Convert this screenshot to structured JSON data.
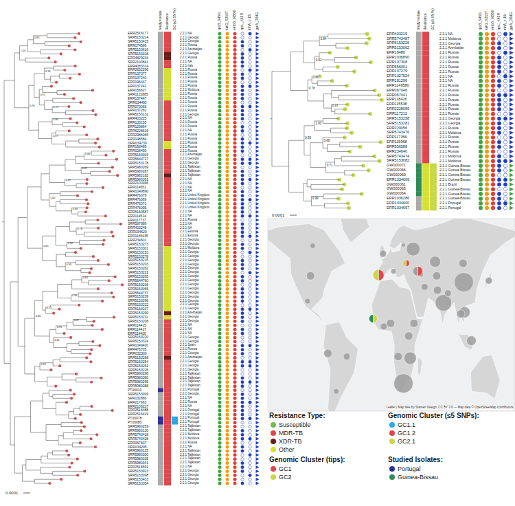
{
  "diagram": {
    "labels": [
      "Study isolate",
      "Resistance",
      "GC (≤5 SNPs)",
      "rpoB_S450L",
      "katG_S315T",
      "embB_M306I",
      "rpsL_K43R",
      "inhA_c-15t",
      "gyrA_D94G",
      "ERR2516177",
      "2.2.1 NA",
      "SRR5153214",
      "2.2.1 Georgia",
      "SRR5153415",
      "2.2.1 Georgia",
      "ERR174586",
      "2.2.1 Russia",
      "SRR5153616",
      "2.2.1 Azerbaijan",
      "SRR5153318",
      "2.2.1 Georgia",
      "ERR4829234",
      "2.2.1 Russia",
      "SRR2100841",
      "2.2.1 NA",
      "ERR4083314",
      "2.2.1 Italy",
      "ERR2652296",
      "2.2.1 Russia",
      "ERR137377",
      "2.2.1 Russia",
      "ERR137240",
      "2.2.1 Russia",
      "ERR196447",
      "2.2.1 Russia",
      "ERR137241",
      "2.2.1 Russia",
      "ERR156627",
      "2.2.1 Moldova",
      "SRR1122885",
      "2.2.1 Russia",
      "ERR137447",
      "2.2.1 Russia",
      "DRR034490",
      "2.2.1 Russia",
      "ERR070066",
      "2.2.1 Russia",
      "ERR137262",
      "2.2.1 Russia",
      "SRR5153132",
      "2.2.1 Georgia",
      "ERR403225",
      "2.2.1 NA",
      "ERR133155",
      "2.2.1 Russia",
      "ERR129864",
      "2.2.1 Russia",
      "SRR6228616",
      "2.2.1 NA",
      "ERR2986065",
      "2.2.1 Russia",
      "ERR148584",
      "2.2.1 Russia",
      "DRR034739",
      "2.2.1 Russia",
      "ERR158489",
      "2.2.1 Russia",
      "ERR028490",
      "2.2.1 Russia",
      "SRR5153303",
      "2.2.1 Azerbaijan",
      "SRR5644727",
      "2.2.1 Georgia",
      "SRR5153178",
      "2.2.1 Georgia",
      "SRR5980269",
      "2.2.1 Tajikistan",
      "SRR5980287",
      "2.2.1 Tajikistan",
      "SRR5982182",
      "2.2.1 Tajikistan",
      "SRR5980391",
      "2.2.1 NA",
      "SRR2100996",
      "2.2.1 NA",
      "ERR114651",
      "2.2.1 NA",
      "SRR1049890",
      "2.2.1 NA",
      "ERR476079",
      "2.2.1 United Kingdom",
      "ERR476069",
      "2.2.1 United Kingdom",
      "ERR476071",
      "2.2.1 United Kingdom",
      "ERR476095",
      "2.2.1 United Kingdom",
      "SRR5160587",
      "2.2.1 NA",
      "ERR114514",
      "2.2.1 NA",
      "ERR117737",
      "2.2.1 Russia",
      "SRR587889",
      "2.2.1 NA",
      "ERR403248",
      "2.2.1 NA",
      "DRR034629",
      "2.2.1 Estonia",
      "ERR1165435",
      "2.2.1 Estonia",
      "ERR234601",
      "2.2.1 Georgia",
      "SRR5153273",
      "2.2.1 Georgia",
      "SRR5153301",
      "2.2.1 Moldova",
      "SRR5153153",
      "2.2.1 Georgia",
      "SRR5153278",
      "2.2.1 Georgia",
      "SRR5153215",
      "2.2.1 Georgia",
      "SRR5153203",
      "2.2.1 Georgia",
      "SRR5153282",
      "2.2.1 Georgia",
      "SRR5153221",
      "2.2.1 Georgia",
      "SRR5153265",
      "2.2.1 Georgia",
      "SRR5644760",
      "2.2.1 Georgia",
      "SRR5153236",
      "2.2.1 Georgia",
      "SRR5153065",
      "2.2.1 Georgia",
      "SRR5644737",
      "2.2.1 Georgia",
      "SRR5153239",
      "2.2.1 Georgia",
      "SRR5153296",
      "2.2.1 Georgia",
      "SRR5153222",
      "2.2.1 Georgia",
      "SRR5153237",
      "2.2.1 Georgia",
      "SRR5153290",
      "2.2.1 Azerbaijan",
      "SRR5153211",
      "2.2.1 Georgia",
      "SRR5153208",
      "2.2.1 Georgia",
      "ERR114415",
      "2.2.1 NA",
      "ERR114417",
      "2.2.1 NA",
      "ERR114426",
      "2.2.1 NA",
      "SRR5153220",
      "2.2.1 Georgia",
      "SRR5153324",
      "2.2.1 Georgia",
      "SRR1049430",
      "2.2.1 Spain",
      "ERR476705",
      "2.2.1 Russia",
      "DRR032300",
      "2.2.1 Georgia",
      "SRR5153268",
      "2.2.1 Azerbaijan",
      "SRR5153254",
      "2.2.1 Georgia",
      "SRR5153251",
      "2.2.1 Georgia",
      "SRR5153226",
      "2.2.1 Georgia",
      "SRR5980298",
      "2.2.1 Tajikistan",
      "SRR5980380",
      "2.2.1 Tajikistan",
      "SRR5980295",
      "2.2.1 Tajikistan",
      "SRR5980288",
      "2.2.1 Tajikistan",
      "PT00010",
      "2.2.1 Portugal",
      "SRR5153009",
      "2.2.1 Georgia",
      "SRR132880",
      "2.2.1 NA",
      "ERR217663",
      "2.2.1 Russia",
      "ERR2106227",
      "2.2.1 NA",
      "ERR2516488",
      "2.2.1 Portugal",
      "ERR2516419",
      "2.2.1 Portugal",
      "PT00078",
      "2.2.1 Portugal",
      "PT00080",
      "2.2.1 Portugal",
      "SRR5980259",
      "2.2.1 Tajikistan",
      "SRR5980130",
      "2.2.1 Tajikistan",
      "SRR5743418",
      "2.2.1 Moldova",
      "SRR5743428",
      "2.2.1 Moldova",
      "ERR067607",
      "2.2.1 Russia",
      "DRR034295",
      "2.2.1 NA",
      "SRR5980125",
      "2.2.1 Tajikistan",
      "SRR5980300",
      "2.2.1 Tajikistan",
      "SRR5980335",
      "2.2.1 Tajikistan",
      "SRR5980341",
      "2.2.1 Tajikistan",
      "ERR2516591",
      "2.2.1 NA",
      "SRR5153923",
      "2.2.1 Georgia",
      "SRR5153098",
      "2.2.1 Georgia",
      "SRR5153433",
      "2.2.1 Georgia",
      "SRR5153354",
      "2.2.1 Georgia",
      "Study Isolate",
      "Resistance",
      "GC (≤5 SNPs)",
      "rpoB_S450L",
      "katG_S315T",
      "embB_M306I",
      "rpsL_K43R",
      "inhA_c-15t",
      "gyrA_D94G",
      "ERR403219",
      "2.2.1 NA",
      "SRR5743487",
      "2.2.1 Moldova",
      "SRR5153226",
      "2.2.1 Georgia",
      "SRR5153062",
      "2.2.1 Azerbaijan",
      "ERR18486",
      "2.2.1 Russia",
      "ERR1036890",
      "2.2.1 Russia",
      "ERR137308",
      "2.2.1 Russia",
      "ERR556001",
      "2.2.1 Russia",
      "ERR137279",
      "2.2.1 Russia",
      "ERR1327524",
      "2.2.1 NA",
      "ERR181296",
      "2.2.1 NA",
      "ERR1149580",
      "2.2.1 Russia",
      "ERR067046",
      "2.2.1 Russia",
      "ERR067041",
      "2.2.1 Russia",
      "ERR118426",
      "2.2.1 Russia",
      "ERR115538",
      "2.2.1 Russia",
      "ERR2228059",
      "2.2.1 Russia",
      "DRR117213",
      "2.2.1 Russia",
      "SRR5153258",
      "2.2.1 Georgia",
      "SRR5153281",
      "2.2.1 Georgia",
      "ERR229056",
      "2.2.1 Russia",
      "SRR5743476",
      "2.2.1 Moldova",
      "ERR117366",
      "2.2.1 Russia",
      "ERR115968",
      "2.2.1 Russia",
      "ERR556588",
      "2.2.1 Russia",
      "ERR234646",
      "2.2.1 Russia",
      "SRR5743474",
      "2.2.1 Moldova",
      "SRR5153082",
      "2.2.1 Moldova",
      "GW000071",
      "2.2.1 Guinea-Bissau",
      "GW000066",
      "2.2.1 Guinea-Bissau",
      "GW000069",
      "2.2.1 Guinea-Bissau",
      "ERR1334609",
      "2.2.1 Guinea-Bissau",
      "GW000061",
      "2.2.1 Brazil",
      "GW000065",
      "2.2.1 Guinea-Bissau",
      "GW000064",
      "2.2.1 Guinea-Bissau",
      "ERR1036286",
      "2.2.1 Guinea-Bissau",
      "ERR1334600",
      "2.2.1 Portugal",
      "ERR1334697",
      "2.2.1 Portugal",
      "0.83",
      "1.00",
      "0.98",
      "0.75",
      "0.91",
      "0.86",
      "0.57",
      "0.94",
      "1.00",
      "0.82",
      "0.88",
      "0.69",
      "1.00",
      "0.78",
      "0.92",
      "0.99",
      "0.65",
      "0.84",
      "0.96",
      "0.73",
      "0.87",
      "0.95",
      "0.61",
      "0.80",
      "0.90",
      "0.84",
      "0.92",
      "0.66",
      "0.97",
      "0.78",
      "1.00",
      "0.88",
      "0.71",
      "0.95",
      "0.99",
      "0.0001",
      "0.0001",
      "Resistance Type:",
      "Genomic Cluster (≤5 SNPs):",
      "Genomic Cluster (tips):",
      "Studied Isolates:",
      "Leaflet | Map tiles by Stamen Design, CC BY 3.0 — Map data © OpenStreetMap contributors"
    ],
    "legend": [
      {
        "text": "Susceptible",
        "color": "#6cc04a"
      },
      {
        "text": "MDR-TB",
        "color": "#e0474c"
      },
      {
        "text": "XDR-TB",
        "color": "#6b1a1a"
      },
      {
        "text": "Other",
        "color": "#d4e034"
      },
      {
        "text": "GC1.1",
        "color": "#29abe2"
      },
      {
        "text": "GC1.2",
        "color": "#e0474c"
      },
      {
        "text": "GC2.1",
        "color": "#c8d84a"
      },
      {
        "text": "GC1",
        "color": "#e0474c"
      },
      {
        "text": "GC2",
        "color": "#c8d84a"
      },
      {
        "text": "Portugal",
        "color": "#2e3192"
      },
      {
        "text": "Guinea-Bissau",
        "color": "#2e8b57"
      }
    ]
  }
}
